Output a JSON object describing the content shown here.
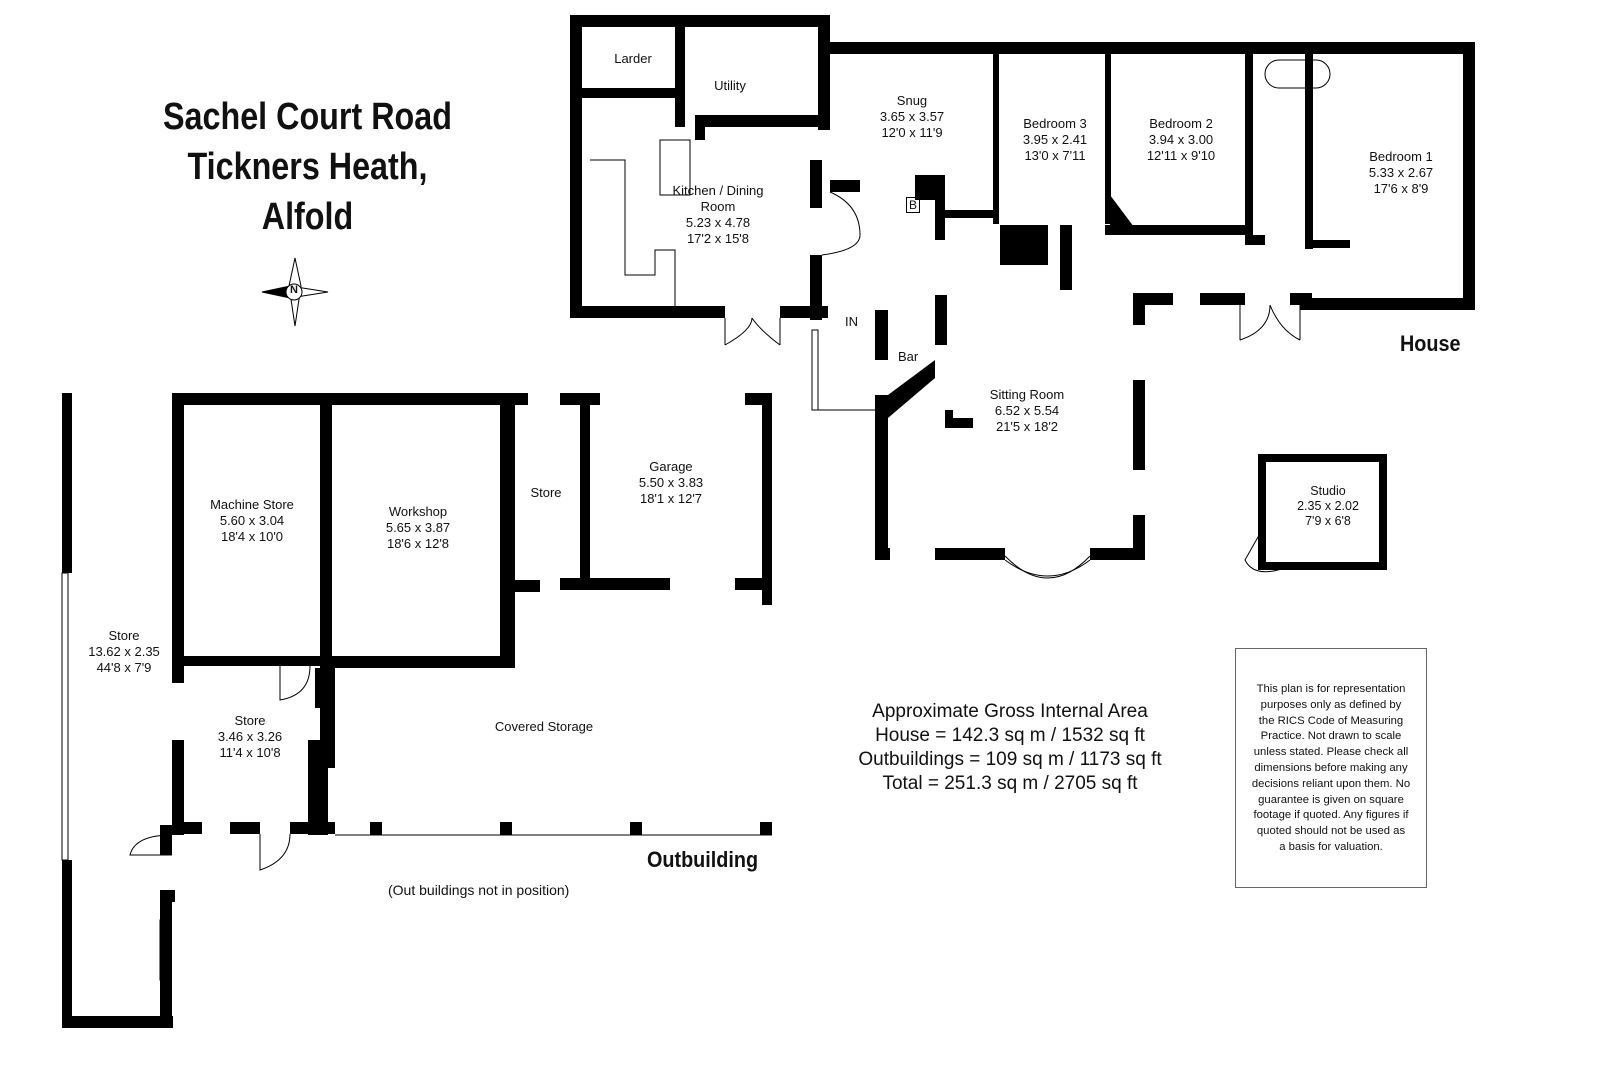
{
  "title": {
    "line1": "Sachel Court Road",
    "line2": "Tickners Heath, Alfold"
  },
  "compass": {
    "label": "N"
  },
  "house": {
    "label": "House",
    "entrance_label": "IN",
    "boiler_label": "B",
    "bar_label": "Bar",
    "rooms": [
      {
        "name": "Larder",
        "metric": "",
        "imperial": ""
      },
      {
        "name": "Utility",
        "metric": "",
        "imperial": ""
      },
      {
        "name": "Kitchen / Dining Room",
        "metric": "5.23 x 4.78",
        "imperial": "17'2 x 15'8"
      },
      {
        "name": "Snug",
        "metric": "3.65 x 3.57",
        "imperial": "12'0 x 11'9"
      },
      {
        "name": "Bedroom 3",
        "metric": "3.95 x 2.41",
        "imperial": "13'0 x 7'11"
      },
      {
        "name": "Bedroom 2",
        "metric": "3.94 x 3.00",
        "imperial": "12'11 x 9'10"
      },
      {
        "name": "Bedroom 1",
        "metric": "5.33 x 2.67",
        "imperial": "17'6 x 8'9"
      },
      {
        "name": "Sitting Room",
        "metric": "6.52 x 5.54",
        "imperial": "21'5 x 18'2"
      },
      {
        "name": "Studio",
        "metric": "2.35 x 2.02",
        "imperial": "7'9 x 6'8"
      }
    ]
  },
  "outbuilding": {
    "label": "Outbuilding",
    "note": "(Out buildings not in position)",
    "rooms": [
      {
        "name": "Store",
        "metric": "13.62 x 2.35",
        "imperial": "44'8 x 7'9"
      },
      {
        "name": "Machine Store",
        "metric": "5.60 x 3.04",
        "imperial": "18'4 x 10'0"
      },
      {
        "name": "Workshop",
        "metric": "5.65 x 3.87",
        "imperial": "18'6 x 12'8"
      },
      {
        "name": "Store",
        "metric": "",
        "imperial": ""
      },
      {
        "name": "Garage",
        "metric": "5.50 x 3.83",
        "imperial": "18'1 x 12'7"
      },
      {
        "name": "Store",
        "metric": "3.46 x 3.26",
        "imperial": "11'4 x 10'8"
      },
      {
        "name": "Covered Storage",
        "metric": "",
        "imperial": ""
      }
    ]
  },
  "area": {
    "heading": "Approximate Gross Internal Area",
    "house": "House = 142.3 sq m / 1532 sq ft",
    "outbuildings": "Outbuildings = 109 sq m / 1173 sq ft",
    "total": "Total = 251.3 sq m / 2705 sq ft"
  },
  "disclaimer": [
    "This plan is for representation",
    "purposes only as defined by",
    "the RICS Code of Measuring",
    "Practice. Not drawn to scale",
    "unless stated. Please check all",
    "dimensions before making any",
    "decisions reliant upon them. No",
    "guarantee is given on square",
    "footage if quoted. Any figures if",
    "quoted should not be used as",
    "a basis for valuation."
  ]
}
